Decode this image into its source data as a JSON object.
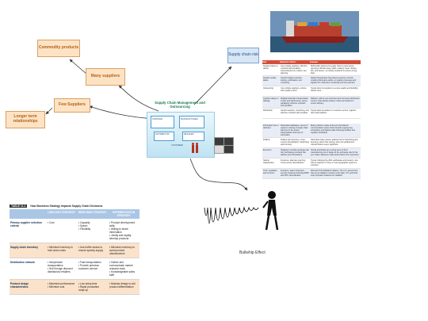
{
  "nodes": {
    "commodity_products": "Commodity products",
    "many_suppliers": "Many suppliers",
    "few_suppliers": "Few Suppliers",
    "longer_term_relationships": "Longer term relationships",
    "supply_chain_risk": "Supply chain risk"
  },
  "center": {
    "title": "Supply Chain Management and Outsourcing",
    "scene_labels": [
      "SUPPLIER",
      "MANUFACTURER",
      "DISTRIBUTOR",
      "RETAILER",
      "CUSTOMER"
    ]
  },
  "bullwhip": {
    "caption": "Bullwhip Effect"
  },
  "strategy_table": {
    "number": "TABLE 11.1",
    "caption": "How Business Strategy Impacts Supply Chain Decisions",
    "headers": [
      "",
      "LOW COST STRATEGY",
      "RESPONSE STRATEGY",
      "DIFFERENTIATION STRATEGY"
    ],
    "rows": [
      {
        "label": "Primary supplier selection criteria",
        "cells": [
          "• Cost",
          "• Capacity\n• Speed\n• Flexibility",
          "• Product development skills\n• Willing to share information\n• Jointly and rapidly develop products"
        ]
      },
      {
        "label": "Supply chain inventory",
        "cells": [
          "• Minimize inventory to hold down costs",
          "• Use buffer stocks to ensure speedy supply",
          "• Minimize inventory to avoid product obsolescence"
        ]
      },
      {
        "label": "Distribution network",
        "cells": [
          "• Inexpensive transportation\n• Sell through discount distributors/ retailers",
          "• Fast transportation\n• Provide premium customer service",
          "• Gather and communicate market research data\n• Knowledgeable sales staff"
        ]
      },
      {
        "label": "Product design characteristics",
        "cells": [
          "• Maximize performance\n• Minimize cost",
          "• Low setup time\n• Rapid production ramp-up",
          "• Modular design to aid product differentiation"
        ]
      }
    ]
  },
  "risk_table": {
    "headers": [
      "Risk",
      "Reduction Tactics",
      "Example"
    ],
    "rows": [
      {
        "risk": "Supplier failure to deliver",
        "tactic": "Use multiple suppliers; effective contracts with penalties; subcontractors on retainer; pre-planning",
        "example": "McDonald's planned its supply chain 6 years before opening in Russia. Every plant—bakery, meat, chicken, fish, and lettuce—is closely monitored to ensure strong links."
      },
      {
        "risk": "Supplier quality failure",
        "tactic": "Careful supplier selection, training, certification, and monitoring",
        "example": "Darden Restaurants has placed extensive controls, including third-party audits, on supplier processes and logistics for continuous monitoring and risk reduction."
      },
      {
        "risk": "Outsourcing",
        "tactic": "Use multiple suppliers; enforce strict quality control",
        "example": "Toyota trains its suppliers to ensure quality and flexibility; Nissan uses ..."
      },
      {
        "risk": "Logistics delays or damage",
        "tactic": "Multiple/redundant transportation modes and warehouses; secure packaging; effective contracts with penalties",
        "example": "Walmart, with its own truck fleet and numerous distribution centers, finds backup delivery routes and options to ensure delivery."
      },
      {
        "risk": "Distribution",
        "tactic": "Careful selection, monitoring, and effective contracts with penalties",
        "example": "Toyota trains its dealers on customer service, logistics, and repair facilities."
      }
    ],
    "rows2": [
      {
        "risk": "Information loss or distortion",
        "tactic": "Redundant databases; secure IT systems; training of supply chain partners on the proper interpretations and uses of information",
        "example": "Boeing utilizes a state-of-the-art international communication system that transmits engineering, scheduling, and logistics data to Boeing facilities and suppliers worldwide."
      },
      {
        "risk": "Political",
        "tactic": "Political risk insurance; cross-country diversification; franchising and licensing",
        "example": "Hard Rock Cafe reduces political risk by franchising and licensing, rather than owning, when the political and cultural barriers seem significant."
      },
      {
        "risk": "Economic",
        "tactic": "Hedging to combat exchange rate risk; purchasing contracts that address price fluctuations",
        "example": "Honda and Nissan are moving some of their manufacturing out of Japan as the exchange rate for the yen makes Japanese-made automobiles more expensive."
      },
      {
        "risk": "Natural catastrophes",
        "tactic": "Insurance; alternate sourcing; cross-country diversification",
        "example": "Toyota, following the 2011 earthquake and tsunami, now has its suppliers in three or more geographic regions or countries."
      },
      {
        "risk": "Theft, vandalism, and terrorism",
        "tactic": "Insurance; patent protection; security measures including RFID and GPS; diversification",
        "example": "Domestic Port Radiation Initiative: The U.S. government has set up radiation monitors at all major U.S. ports that scan imported containers for radiation."
      }
    ]
  },
  "colors": {
    "orange_fill": "#fde3c4",
    "orange_text": "#b0641a",
    "blue_fill": "#d8e7f6",
    "blue_text": "#1f4f86",
    "table_accent": "#d34f3b",
    "center_title": "#18794e"
  }
}
